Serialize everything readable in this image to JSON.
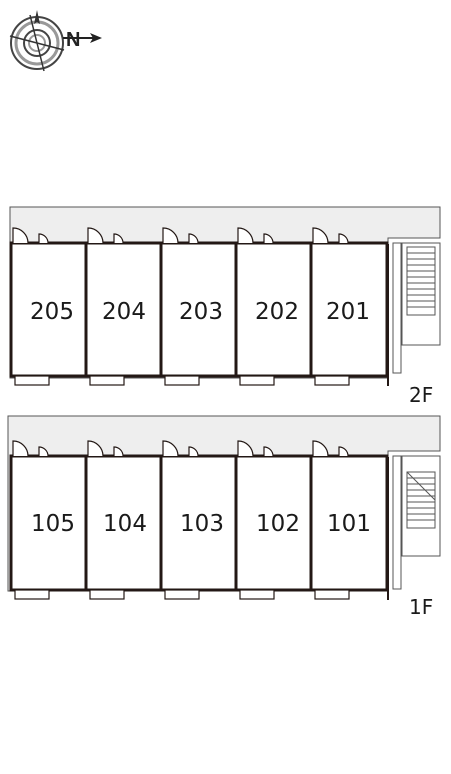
{
  "compass": {
    "letter": "N",
    "icon": "compass-rose-icon"
  },
  "colors": {
    "corridor": "#eeeeee",
    "wall": "#231815",
    "line": "#555555"
  },
  "floors": [
    {
      "id": "2f",
      "label": "2F",
      "units": [
        "205",
        "204",
        "203",
        "202",
        "201"
      ]
    },
    {
      "id": "1f",
      "label": "1F",
      "units": [
        "105",
        "104",
        "103",
        "102",
        "101"
      ]
    }
  ]
}
